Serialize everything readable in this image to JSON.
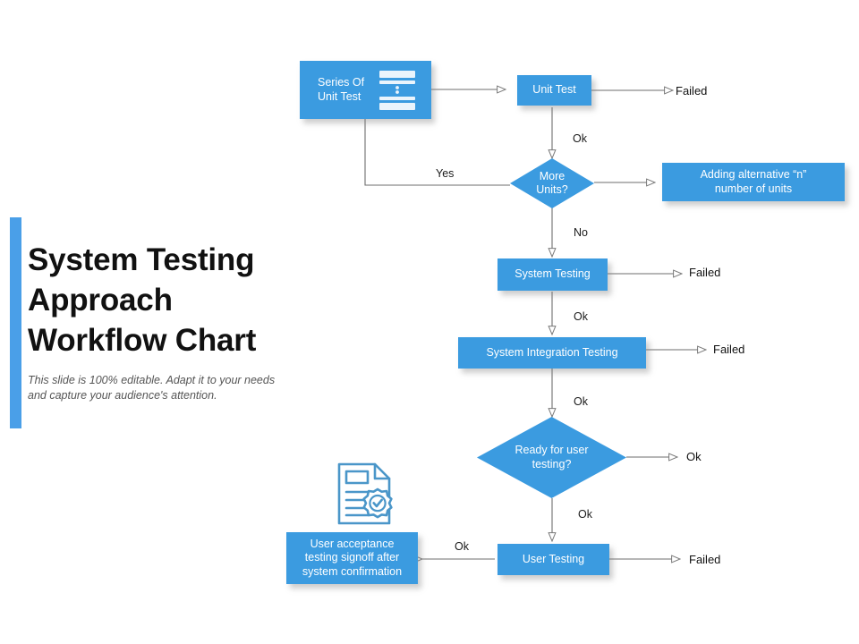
{
  "slide": {
    "title_lines": [
      "System Testing",
      "Approach",
      "Workflow Chart"
    ],
    "subtitle": "This slide is 100% editable. Adapt it to your needs and capture your audience's attention.",
    "accent_color": "#4a9fe8",
    "node_color": "#3b9be0",
    "edge_color": "#6e6e6e",
    "background": "#ffffff"
  },
  "nodes": {
    "series_of_unit_test": "Series Of\nUnit Test",
    "series_of_unit_test_line1": "Series Of",
    "series_of_unit_test_line2": "Unit Test",
    "unit_test": "Unit Test",
    "more_units": "More\nUnits?",
    "more_units_line1": "More",
    "more_units_line2": "Units?",
    "adding_alternative": "Adding alternative “n”\nnumber of units",
    "adding_alternative_line1": "Adding alternative “n”",
    "adding_alternative_line2": "number of units",
    "system_testing": "System Testing",
    "system_integration_testing": "System Integration  Testing",
    "ready_for_user_testing_line1": "Ready for user",
    "ready_for_user_testing_line2": "testing?",
    "user_testing": "User Testing",
    "user_acceptance_line1": "User acceptance",
    "user_acceptance_line2": "testing signoff after",
    "user_acceptance_line3": "system confirmation"
  },
  "edge_labels": {
    "unit_test_failed": "Failed",
    "unit_test_ok": "Ok",
    "more_units_yes": "Yes",
    "more_units_no": "No",
    "system_testing_failed": "Failed",
    "system_testing_ok": "Ok",
    "system_integration_failed": "Failed",
    "system_integration_ok": "Ok",
    "ready_user_testing_ok_right": "Ok",
    "ready_user_testing_ok_down": "Ok",
    "user_testing_ok_left": "Ok",
    "user_testing_failed": "Failed"
  },
  "icons": {
    "series_icon": "server-stack-icon",
    "document_icon": "document-verified-icon"
  }
}
